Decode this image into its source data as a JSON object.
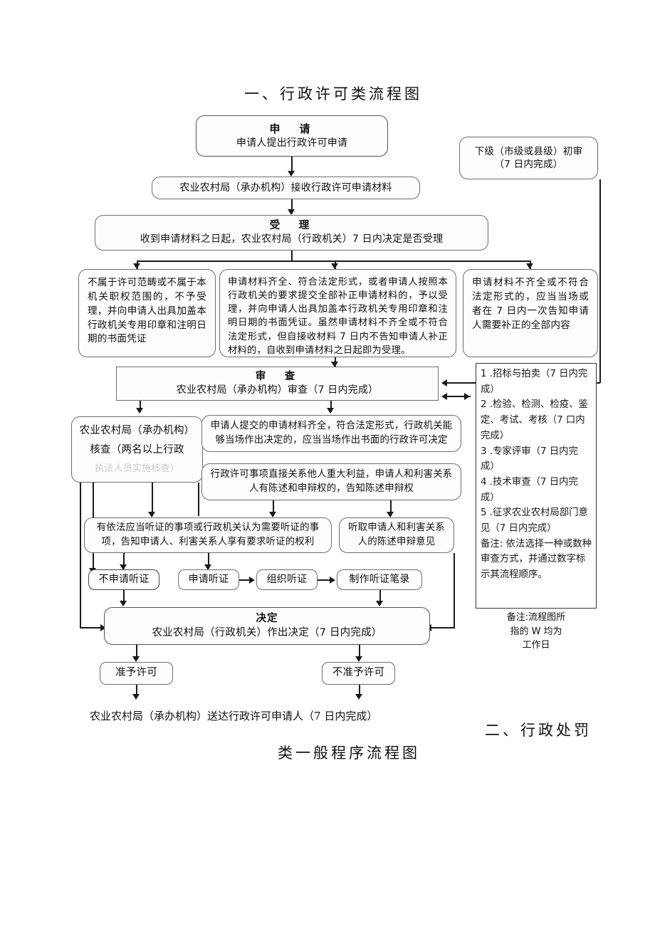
{
  "page": {
    "heading": "一、行政许可类流程图",
    "footer_heading_left": "类一般程序流程图",
    "footer_heading_right": "二、行政处罚"
  },
  "nodes": {
    "apply": {
      "header": "申　请",
      "body": "申请人提出行政许可申请"
    },
    "lower_review": {
      "line1": "下级（市级或县级）初审",
      "line2": "（7 日内完成）"
    },
    "receive_materials": {
      "body": "农业农村局（承办机构）接收行政许可申请材料"
    },
    "accept": {
      "header": "受　理",
      "body": "收到申请材料之日起，农业农村局（行政机关）7 日内决定是否受理"
    },
    "not_accept": {
      "body": "不属于许可范畴或不属于本机关职权范围的，不予受理，并向申请人出具加盖本行政机关专用印章和注明日期的书面凭证"
    },
    "do_accept": {
      "body": "申请材料齐全、符合法定形式，或者申请人按照本行政机关的要求提交全部补正申请材料的，予以受理，并向申请人出具加盖本行政机关专用印章和注明日期的书面凭证。虽然申请材料不齐全或不符合法定形式，但自接收材料 7 日内不告知申请人补正材料的，自收到申请材料之日起即为受理。"
    },
    "need_supplement": {
      "body": "申请材料不齐全或不符合法定形式的，应当当场或者在 7 日内一次告知申请人需要补正的全部内容"
    },
    "examine": {
      "header": "审　查",
      "body": "农业农村局（承办机构）审查（7 日内完成）"
    },
    "verify": {
      "line1": "农业农村局（承办机构）",
      "line2": "核查（两名以上行政",
      "line3": "执法人员实施核查）"
    },
    "on_site_decision": {
      "body": "申请人提交的申请材料齐全，符合法定形式，行政机关能够当场作出决定的，应当当场作出书面的行政许可决定"
    },
    "statement_right": {
      "body": "行政许可事项直接关系他人重大利益，申请人和利害关系人有陈述和申辩权的，告知陈述申辩权"
    },
    "hearing_notice": {
      "body": "有依法应当听证的事项或行政机关认为需要听证的事项，告知申请人、利害关系人享有要求听证的权利"
    },
    "hear_statement": {
      "body": "听取申请人和利害关系人的陈述申辩意见"
    },
    "no_hearing_request": {
      "body": "不申请听证"
    },
    "hearing_request": {
      "body": "申请听证"
    },
    "organize_hearing": {
      "body": "组织听证"
    },
    "hearing_record": {
      "body": "制作听证笔录"
    },
    "decision": {
      "header": "决定",
      "body": "农业农村局（行政机关）作出决定（7 日内完成）"
    },
    "grant": {
      "body": "准予许可"
    },
    "deny": {
      "body": "不准予许可"
    },
    "deliver": {
      "body": "农业农村局（承办机构）送达行政许可申请人（7 日内完成）"
    }
  },
  "review_methods": {
    "items": [
      "1 .招标与拍卖（7 日内完成）",
      "2 .检验、检测、检疫、鉴定、考试、考核（7 口内完成）",
      "3 .专家评审（7 日内完成）",
      "4 .技术审查（7 日内完成）",
      "5 .征求农业农村局部门意见（7 日内完成）",
      "备注: 依法选择一种或数种审查方式，并通过数字标示其流程顺序。"
    ]
  },
  "note": {
    "line1": "备注:流程图所",
    "line2": "指的 W 均为",
    "line3": "工作日"
  },
  "colors": {
    "border": "#6e6e6e",
    "line": "#1a1a1a",
    "box_bg": "#fdfdfd",
    "text": "#111111"
  }
}
